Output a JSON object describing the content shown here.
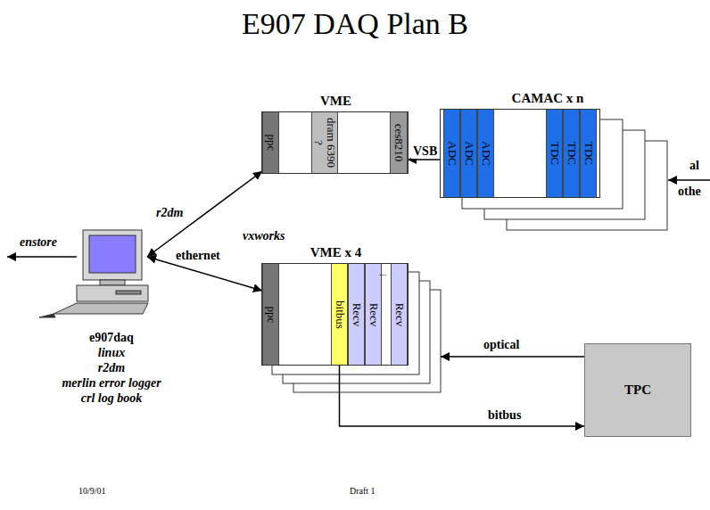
{
  "diagram": {
    "title": "E907 DAQ Plan B",
    "nodes": [
      {
        "text": [
          "VME"
        ]
      },
      {
        "text": [
          "ppc"
        ],
        "in": 0
      },
      {
        "text": [
          "dram 6390",
          "?"
        ],
        "in": 0
      },
      {
        "text": [
          "ces8210"
        ],
        "in": 0
      },
      {
        "text": [
          "CAMAC x n"
        ]
      },
      {
        "text": [
          "ADC"
        ],
        "in": 4
      },
      {
        "text": [
          "ADC"
        ],
        "in": 4
      },
      {
        "text": [
          "ADC"
        ],
        "in": 4
      },
      {
        "text": [
          "TDC"
        ],
        "in": 4
      },
      {
        "text": [
          "TDC"
        ],
        "in": 4
      },
      {
        "text": [
          "TDC"
        ],
        "in": 4
      },
      {
        "text": [
          "e907daq",
          "linux",
          "r2dm",
          "merlin error logger",
          "crl log book"
        ]
      },
      {
        "text": [
          "VME x 4"
        ]
      },
      {
        "text": [
          "ppc"
        ],
        "in": 12
      },
      {
        "text": [
          "bitbus"
        ],
        "in": 12
      },
      {
        "text": [
          "Recv"
        ],
        "in": 12
      },
      {
        "text": [
          "Recv"
        ],
        "in": 12
      },
      {
        "text": [
          "Recv"
        ],
        "in": 12
      },
      {
        "text": [
          "TPC"
        ]
      }
    ],
    "edges": [
      {
        "from": 4,
        "to": 3,
        "label": "VSB",
        "arrow": "to"
      },
      {
        "from": 11,
        "to": 1,
        "arrow": "both"
      },
      {
        "from": 11,
        "to": 13,
        "arrow": "both"
      },
      {
        "from": 18,
        "to": 12,
        "label": "optical",
        "arrow": "to"
      },
      {
        "from": 14,
        "to": 18,
        "label": "bitbus",
        "arrow": "to"
      }
    ],
    "labels": [
      "enstore",
      "r2dm",
      "ethernet",
      "vxworks",
      "al",
      "othe",
      "...",
      "10/9/01",
      "Draft 1"
    ]
  }
}
